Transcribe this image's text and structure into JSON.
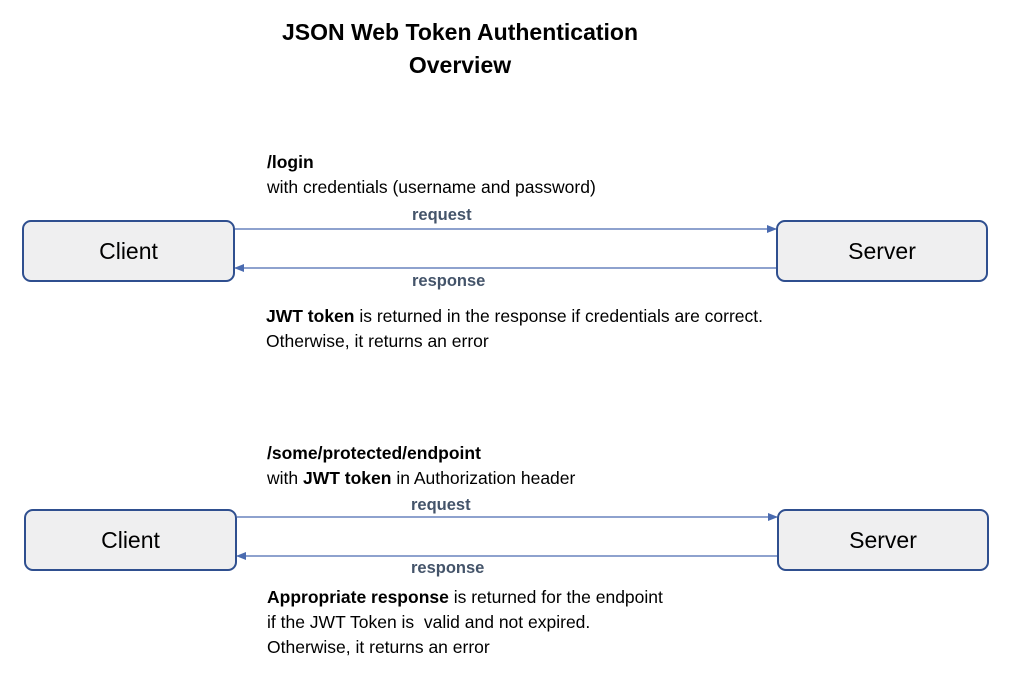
{
  "title": {
    "line1": "JSON Web Token Authentication",
    "line2": "Overview"
  },
  "colors": {
    "box_border": "#2f4f8f",
    "box_fill": "#efeff0",
    "arrow": "#4a6bb0",
    "arrow_label": "#44546a"
  },
  "flow1": {
    "client_label": "Client",
    "server_label": "Server",
    "endpoint": "/login",
    "endpoint_detail": "with credentials (username and password)",
    "request_label": "request",
    "response_label": "response",
    "result_bold": "JWT token",
    "result_rest": " is returned in the response if credentials are correct.",
    "result_line2": "Otherwise, it returns an error"
  },
  "flow2": {
    "client_label": "Client",
    "server_label": "Server",
    "endpoint": "/some/protected/endpoint",
    "endpoint_prefix": "with ",
    "endpoint_bold": "JWT token",
    "endpoint_suffix": " in Authorization header",
    "request_label": "request",
    "response_label": "response",
    "result_bold": "Appropriate response",
    "result_rest": " is returned for the endpoint",
    "result_line2": "if the JWT Token is  valid and not expired.",
    "result_line3": "Otherwise, it returns an error"
  }
}
